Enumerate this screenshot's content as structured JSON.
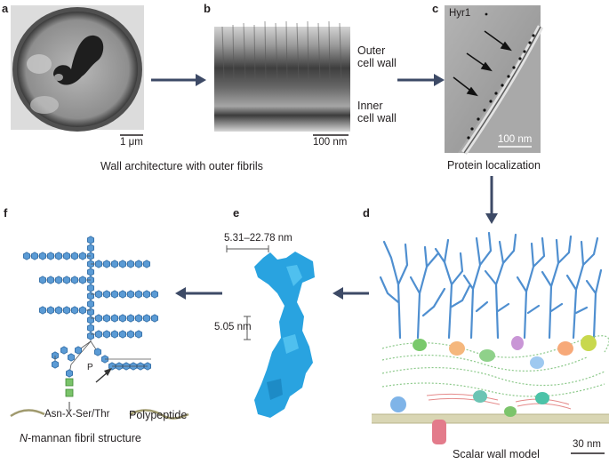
{
  "panels": {
    "a": {
      "label": "a",
      "scale_bar": "1 μm"
    },
    "b": {
      "label": "b",
      "outer_label_1": "Outer",
      "outer_label_2": "cell wall",
      "inner_label_1": "Inner",
      "inner_label_2": "cell wall",
      "scale_bar": "100 nm"
    },
    "c": {
      "label": "c",
      "protein": "Hyr1",
      "scale_bar": "100 nm"
    },
    "d": {
      "label": "d",
      "scale_bar": "30 nm"
    },
    "e": {
      "label": "e",
      "dim_top": "5.31–22.78 nm",
      "dim_mid": "5.05 nm"
    },
    "f": {
      "label": "f",
      "phosphate": "P",
      "sequence": "Asn-X-Ser/Thr",
      "polypeptide": "Polypeptide"
    }
  },
  "captions": {
    "row1": "Wall architecture with outer fibrils",
    "c": "Protein localization",
    "d": "Scalar wall model",
    "f_italic": "N",
    "f_rest": "-mannan fibril structure"
  },
  "colors": {
    "arrow": "#3d4a66",
    "mannose": "#5b9bd5",
    "glcnac": "#7ac36a",
    "fibril": "#4f8fd0",
    "density": "#29a3e0"
  }
}
